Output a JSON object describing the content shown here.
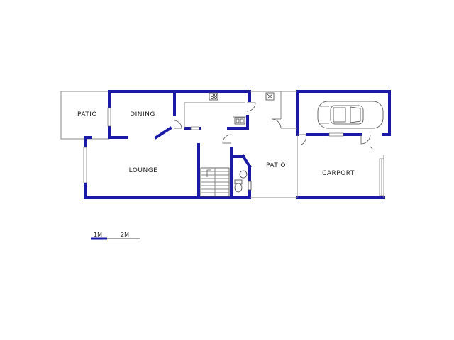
{
  "rooms": {
    "patio_west": "PATIO",
    "dining": "DINING",
    "lounge": "LOUNGE",
    "patio_center": "PATIO",
    "carport": "CARPORT"
  },
  "scale_bar": {
    "mark_1": "1M",
    "mark_2": "2M"
  },
  "colors": {
    "wall": "#1a1aa6",
    "outline": "#8a8a8a"
  },
  "icons": [
    "car-icon",
    "stove-icon",
    "sink-icon",
    "toilet-icon",
    "basin-icon",
    "staircase-icon"
  ]
}
